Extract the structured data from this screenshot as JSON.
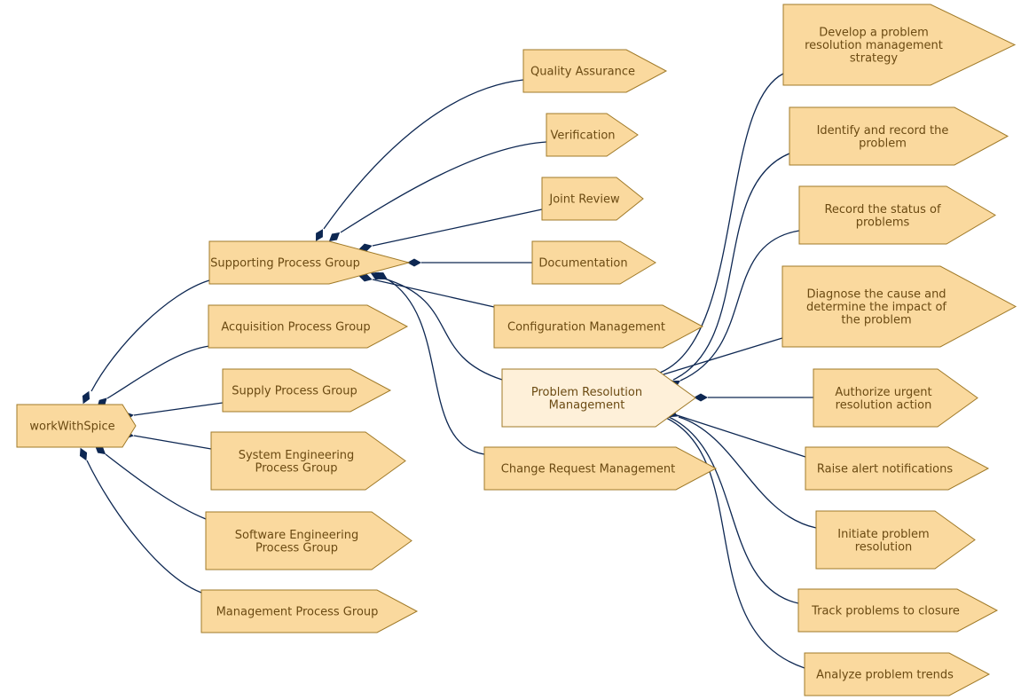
{
  "nodes": {
    "root": [
      "workWithSpice"
    ],
    "supporting": [
      "Supporting Process Group"
    ],
    "acquisition": [
      "Acquisition Process Group"
    ],
    "supply": [
      "Supply Process Group"
    ],
    "system_eng": [
      "System Engineering",
      "Process Group"
    ],
    "software_eng": [
      "Software Engineering",
      "Process Group"
    ],
    "management": [
      "Management Process Group"
    ],
    "qa": [
      "Quality Assurance"
    ],
    "verification": [
      "Verification"
    ],
    "joint_review": [
      "Joint Review"
    ],
    "documentation": [
      "Documentation"
    ],
    "config_mgmt": [
      "Configuration Management"
    ],
    "prm": [
      "Problem Resolution",
      "Management"
    ],
    "crm": [
      "Change Request Management"
    ],
    "develop": [
      "Develop a problem",
      "resolution management",
      "strategy"
    ],
    "identify": [
      "Identify and record the",
      "problem"
    ],
    "record_status": [
      "Record the status of",
      "problems"
    ],
    "diagnose": [
      "Diagnose the cause and",
      "determine the impact of",
      "the problem"
    ],
    "authorize": [
      "Authorize urgent",
      "resolution action"
    ],
    "raise_alert": [
      "Raise alert notifications"
    ],
    "initiate": [
      "Initiate problem",
      "resolution"
    ],
    "track": [
      "Track problems to closure"
    ],
    "analyze": [
      "Analyze problem trends"
    ]
  },
  "colors": {
    "node_fill": "#fad99e",
    "focus_fill": "#fef0d9",
    "node_stroke": "#a07a28",
    "text": "#6b4a12",
    "edge": "#0d2752"
  }
}
